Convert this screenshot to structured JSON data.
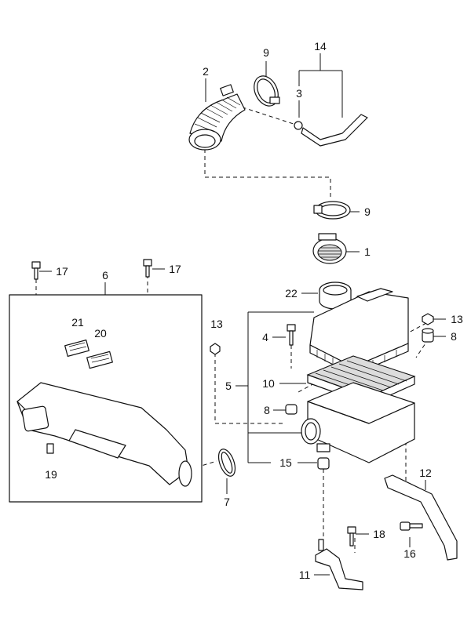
{
  "diagram": {
    "callouts": [
      {
        "id": "c-2",
        "text": "2"
      },
      {
        "id": "c-9-top",
        "text": "9"
      },
      {
        "id": "c-14",
        "text": "14"
      },
      {
        "id": "c-3",
        "text": "3"
      },
      {
        "id": "c-9",
        "text": "9"
      },
      {
        "id": "c-1",
        "text": "1"
      },
      {
        "id": "c-22",
        "text": "22"
      },
      {
        "id": "c-17-left",
        "text": "17"
      },
      {
        "id": "c-17-right",
        "text": "17"
      },
      {
        "id": "c-6",
        "text": "6"
      },
      {
        "id": "c-13-left",
        "text": "13"
      },
      {
        "id": "c-13-right",
        "text": "13"
      },
      {
        "id": "c-4",
        "text": "4"
      },
      {
        "id": "c-8-right",
        "text": "8"
      },
      {
        "id": "c-21",
        "text": "21"
      },
      {
        "id": "c-20",
        "text": "20"
      },
      {
        "id": "c-5",
        "text": "5"
      },
      {
        "id": "c-10",
        "text": "10"
      },
      {
        "id": "c-8-left",
        "text": "8"
      },
      {
        "id": "c-19",
        "text": "19"
      },
      {
        "id": "c-15",
        "text": "15"
      },
      {
        "id": "c-7",
        "text": "7"
      },
      {
        "id": "c-12",
        "text": "12"
      },
      {
        "id": "c-18",
        "text": "18"
      },
      {
        "id": "c-16",
        "text": "16"
      },
      {
        "id": "c-11",
        "text": "11"
      }
    ]
  }
}
